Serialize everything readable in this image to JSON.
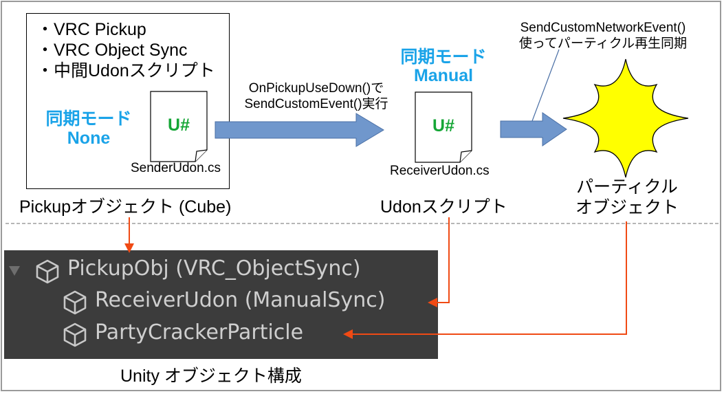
{
  "pickup_box": {
    "bullets": [
      "・VRC Pickup",
      "・VRC Object Sync",
      "・中間Udonスクリプト"
    ],
    "mode_label": "同期モード",
    "mode_value": "None",
    "script_icon": "U#",
    "script_file": "SenderUdon.cs",
    "caption": "Pickupオブジェクト (Cube)"
  },
  "arrow1_text": [
    "OnPickupUseDown()で",
    "SendCustomEvent()実行"
  ],
  "receiver": {
    "mode_label": "同期モード",
    "mode_value": "Manual",
    "script_icon": "U#",
    "script_file": "ReceiverUdon.cs",
    "caption": "Udonスクリプト"
  },
  "callout_text": [
    "SendCustomNetworkEvent()",
    "使ってパーティクル再生同期"
  ],
  "particle": {
    "caption": [
      "パーティクル",
      "オブジェクト"
    ],
    "color": "#ffff00"
  },
  "hierarchy": {
    "items": [
      {
        "label": "PickupObj (VRC_ObjectSync)",
        "icon": "cube-icon",
        "level": 0,
        "expanded": true
      },
      {
        "label": "ReceiverUdon (ManualSync)",
        "icon": "cube-icon",
        "level": 1
      },
      {
        "label": "PartyCrackerParticle",
        "icon": "cube-icon",
        "level": 1
      }
    ],
    "caption": "Unity オブジェクト構成"
  },
  "colors": {
    "mode_text": "#1aa3e8",
    "script_icon": "#15a636",
    "flow_arrow": "#7097cc",
    "link_arrow": "#f04a14",
    "panel_bg": "#3c3c3c"
  }
}
